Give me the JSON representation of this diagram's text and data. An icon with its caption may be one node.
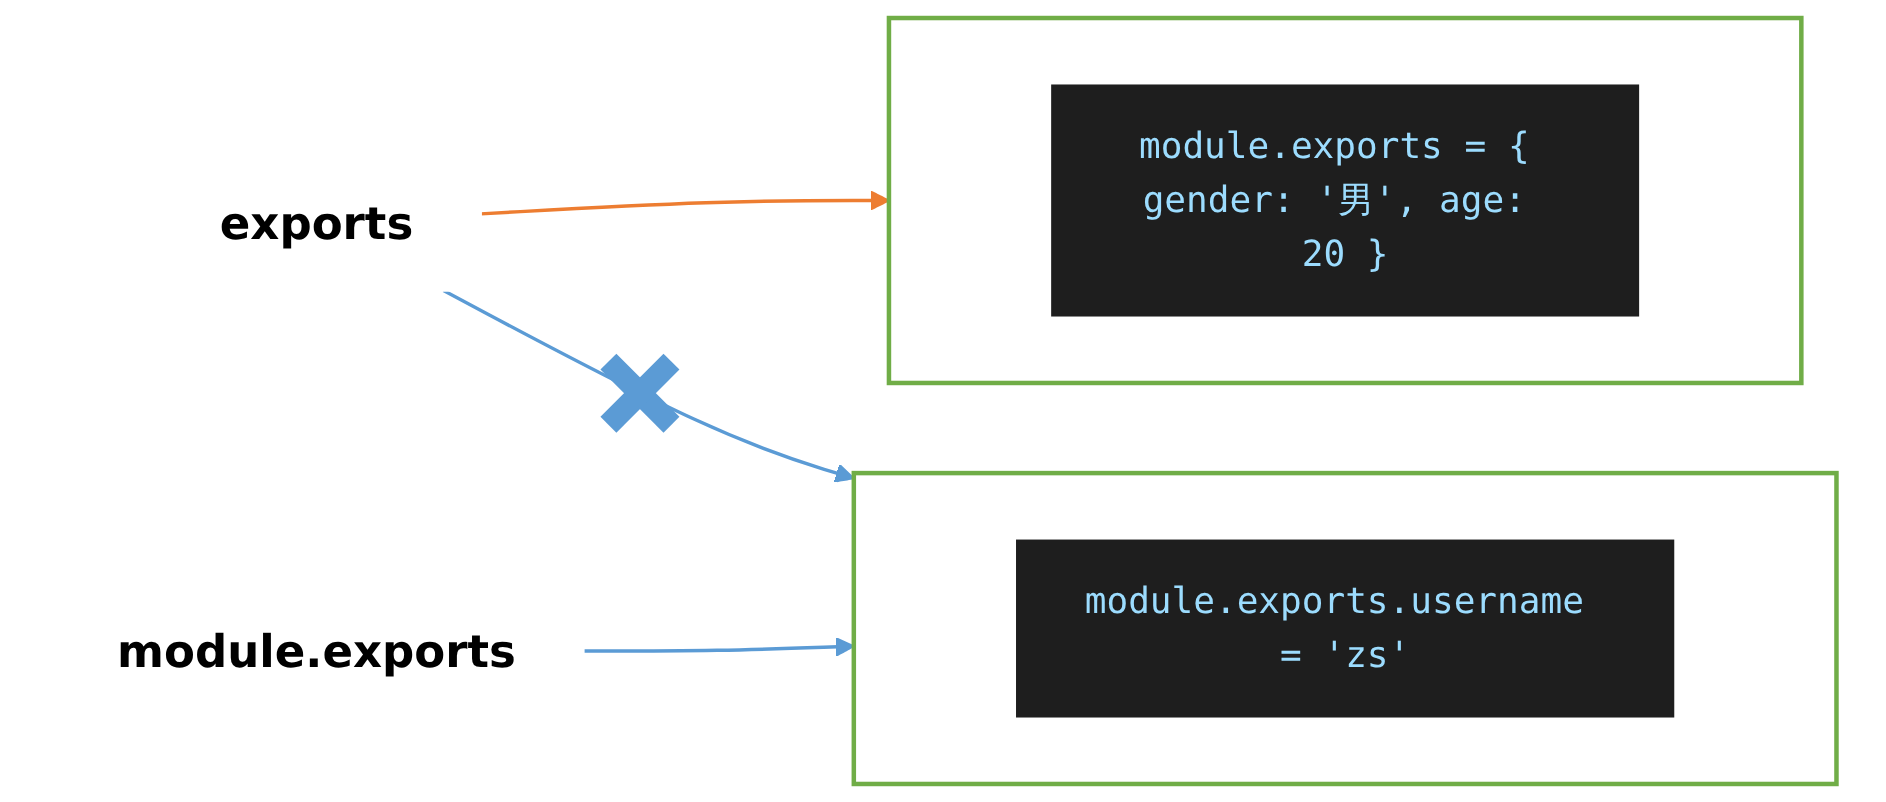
{
  "diagram": {
    "nodes": [
      {
        "text": [
          "exports"
        ]
      },
      {
        "text": [
          "module.exports"
        ]
      },
      {
        "text": [],
        "shape": "box"
      },
      {
        "text": [
          "module.exports = { gender: '男', age: 20 }"
        ],
        "in": 2
      },
      {
        "text": [],
        "shape": "box"
      },
      {
        "text": [
          "module.exports.username = 'zs'"
        ],
        "in": 4
      }
    ],
    "edges": [
      {
        "from": 0,
        "to": 2,
        "arrow": "to",
        "color": "#ed7d31"
      },
      {
        "from": 0,
        "to": 4,
        "arrow": "to"
      },
      {
        "from": 1,
        "to": 4,
        "arrow": "to"
      }
    ]
  }
}
